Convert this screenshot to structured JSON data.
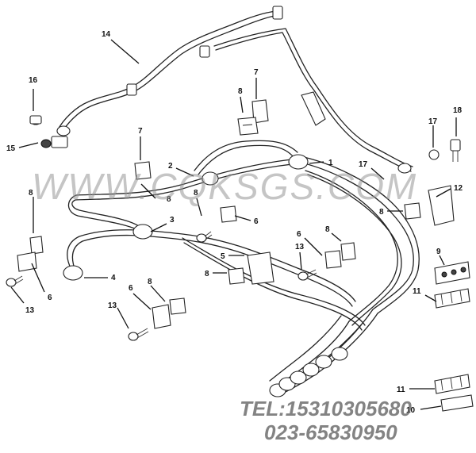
{
  "diagram": {
    "callouts": [
      {
        "id": "c14",
        "text": "14"
      },
      {
        "id": "c16",
        "text": "16"
      },
      {
        "id": "c15",
        "text": "15"
      },
      {
        "id": "c7a",
        "text": "7"
      },
      {
        "id": "c8a",
        "text": "8"
      },
      {
        "id": "c18",
        "text": "18"
      },
      {
        "id": "c17a",
        "text": "17"
      },
      {
        "id": "c7b",
        "text": "7"
      },
      {
        "id": "c2",
        "text": "2"
      },
      {
        "id": "c1",
        "text": "1"
      },
      {
        "id": "c17b",
        "text": "17"
      },
      {
        "id": "c12",
        "text": "12"
      },
      {
        "id": "c8b",
        "text": "8"
      },
      {
        "id": "c8c",
        "text": "8"
      },
      {
        "id": "c3",
        "text": "3"
      },
      {
        "id": "c8d",
        "text": "8"
      },
      {
        "id": "c6a",
        "text": "6"
      },
      {
        "id": "c8e",
        "text": "8"
      },
      {
        "id": "c6b",
        "text": "6"
      },
      {
        "id": "c8f",
        "text": "8"
      },
      {
        "id": "c9",
        "text": "9"
      },
      {
        "id": "c13a",
        "text": "13"
      },
      {
        "id": "c5",
        "text": "5"
      },
      {
        "id": "c8g",
        "text": "8"
      },
      {
        "id": "c6c",
        "text": "6"
      },
      {
        "id": "c13b",
        "text": "13"
      },
      {
        "id": "c4",
        "text": "4"
      },
      {
        "id": "c11a",
        "text": "11"
      },
      {
        "id": "c6d",
        "text": "6"
      },
      {
        "id": "c8h",
        "text": "8"
      },
      {
        "id": "c13c",
        "text": "13"
      },
      {
        "id": "c11b",
        "text": "11"
      },
      {
        "id": "c10",
        "text": "10"
      }
    ]
  },
  "watermark": {
    "site": "WWW.CQKSGS.COM",
    "tel": "TEL:15310305680",
    "phone": "023-65830950"
  }
}
